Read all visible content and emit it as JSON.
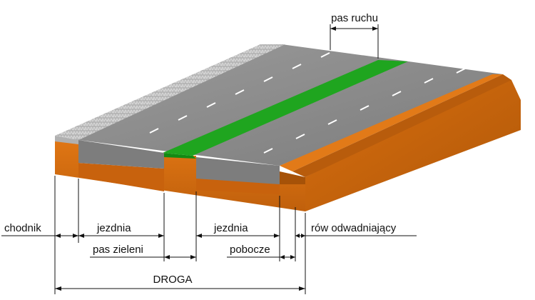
{
  "labels": {
    "pas_ruchu": "pas ruchu",
    "chodnik": "chodnik",
    "jezdnia_left": "jezdnia",
    "jezdnia_right": "jezdnia",
    "row_odwadniajacy": "rów odwadniający",
    "pas_zieleni": "pas zieleni",
    "pobocze": "pobocze",
    "droga": "DROGA"
  },
  "colors": {
    "asphalt": "#8a8a8a",
    "asphalt_side": "#6e6e6e",
    "green": "#1fa51f",
    "soil": "#d36a10",
    "soil_dark": "#a84f08",
    "pavement": "#c9c9c9"
  }
}
